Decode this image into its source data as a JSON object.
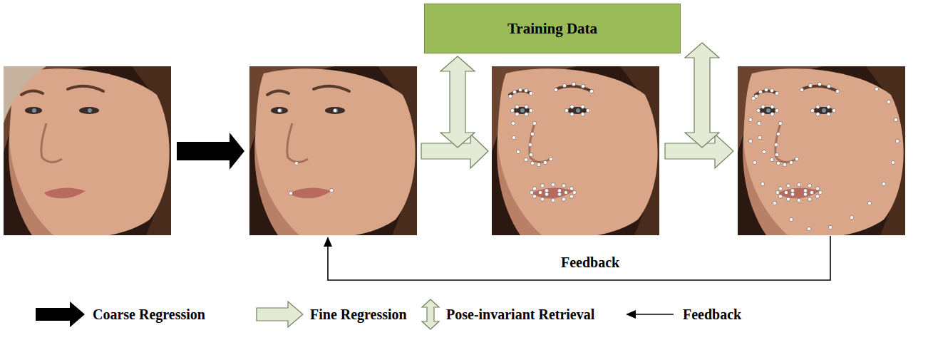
{
  "diagram": {
    "nodes": [
      {
        "text": [
          "Training Data"
        ]
      }
    ],
    "labels": [
      "Feedback"
    ],
    "legend": [
      {
        "text": "Coarse Regression"
      },
      {
        "text": "Fine Regression"
      },
      {
        "text": "Pose-invariant Retrieval"
      },
      {
        "text": "Feedback"
      }
    ]
  }
}
